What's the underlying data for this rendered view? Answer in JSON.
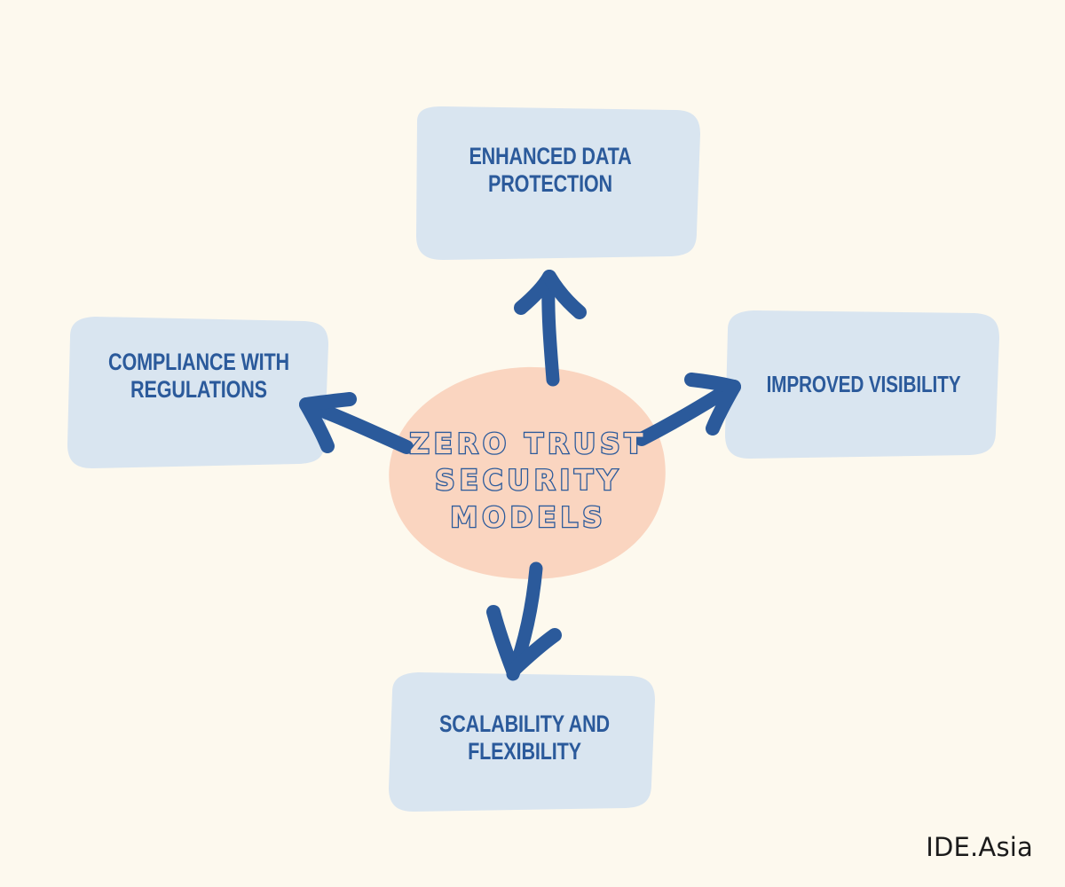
{
  "diagram": {
    "title": "Zero Trust Security Models",
    "background_color": "#FDF9EE",
    "accent_blue": "#2B5A9B",
    "node_fill": "#D9E5F0",
    "hub_fill": "#FAD5C0"
  },
  "center": {
    "name": "zero-trust-security-models",
    "lines": [
      "ZERO TRUST",
      "SECURITY",
      "MODELS"
    ],
    "line1": "ZERO TRUST",
    "line2": "SECURITY",
    "line3": "MODELS"
  },
  "nodes": {
    "top": {
      "label": "ENHANCED DATA\nPROTECTION",
      "position": "top",
      "arrow": "arrow-up"
    },
    "left": {
      "label": "COMPLIANCE WITH\nREGULATIONS",
      "position": "left",
      "arrow": "arrow-up-left"
    },
    "right": {
      "label": "IMPROVED VISIBILITY",
      "position": "right",
      "arrow": "arrow-up-right"
    },
    "bottom": {
      "label": "SCALABILITY AND\nFLEXIBILITY",
      "position": "bottom",
      "arrow": "arrow-down"
    }
  },
  "watermark": {
    "text": "IDE.Asia"
  }
}
